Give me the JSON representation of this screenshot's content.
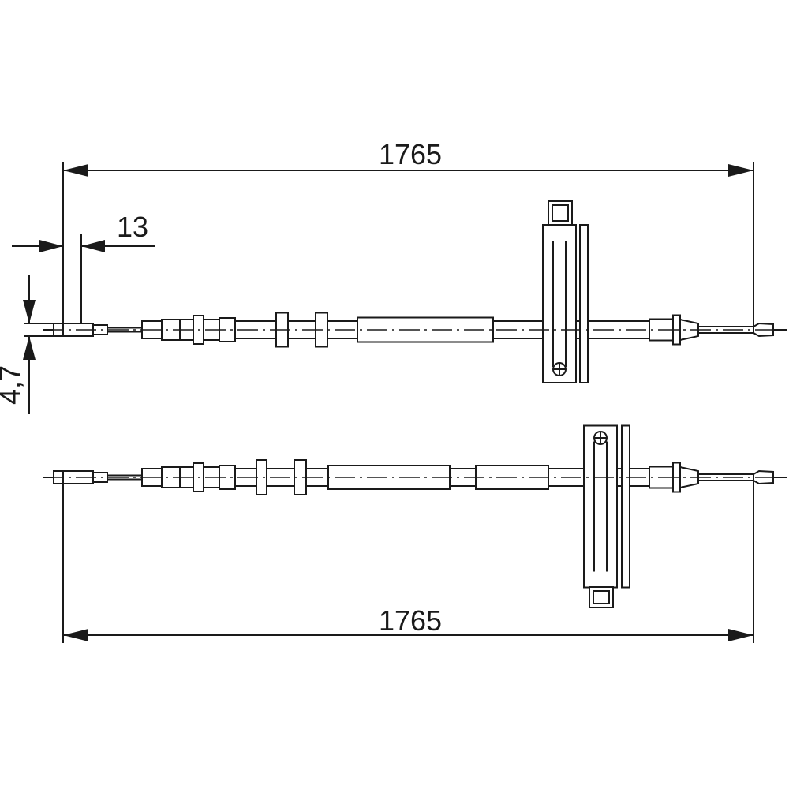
{
  "dimensions": {
    "top_length": "1765",
    "bottom_length": "1765",
    "end_fitting_length": "13",
    "end_fitting_diameter": "4,7"
  },
  "colors": {
    "stroke": "#1a1a1a",
    "background": "#ffffff"
  }
}
